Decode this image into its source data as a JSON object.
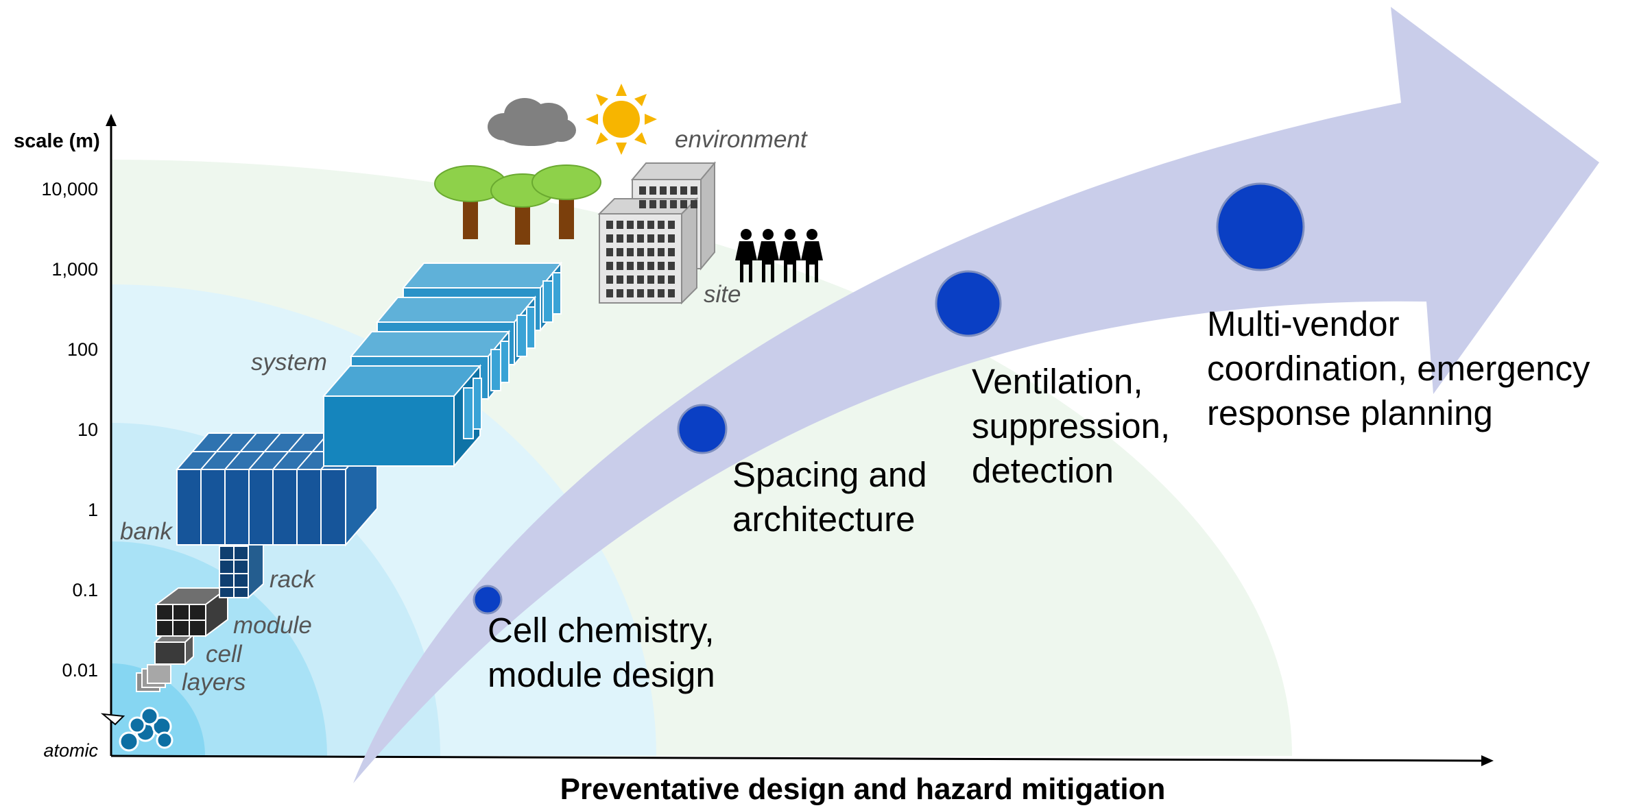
{
  "y_axis": {
    "title": "scale (m)",
    "ticks": [
      "10,000",
      "1,000",
      "100",
      "10",
      "1",
      "0.1",
      "0.01",
      "atomic"
    ]
  },
  "x_axis": {
    "title": "Preventative design and hazard mitigation"
  },
  "scale_labels": [
    "layers",
    "cell",
    "module",
    "rack",
    "bank",
    "system",
    "site",
    "environment"
  ],
  "stages": [
    {
      "lines": [
        "Cell chemistry,",
        "module design"
      ]
    },
    {
      "lines": [
        "Spacing and",
        "architecture"
      ]
    },
    {
      "lines": [
        "Ventilation,",
        "suppression,",
        "detection"
      ]
    },
    {
      "lines": [
        "Multi-vendor",
        "coordination, emergency",
        "response planning"
      ]
    }
  ],
  "colors": {
    "arrow": "#c9cdea",
    "dot": "#0a3fc4",
    "zone_outer": "#eef7ee",
    "zone_2": "#dff4fb",
    "zone_3": "#c9ecf9",
    "zone_4": "#a9e2f6",
    "zone_5": "#86d6f2",
    "container": "#1f8fc2"
  },
  "icons": [
    "cloud-icon",
    "sun-icon",
    "tree-icon",
    "building-icon",
    "people-icon",
    "molecule-icon"
  ]
}
